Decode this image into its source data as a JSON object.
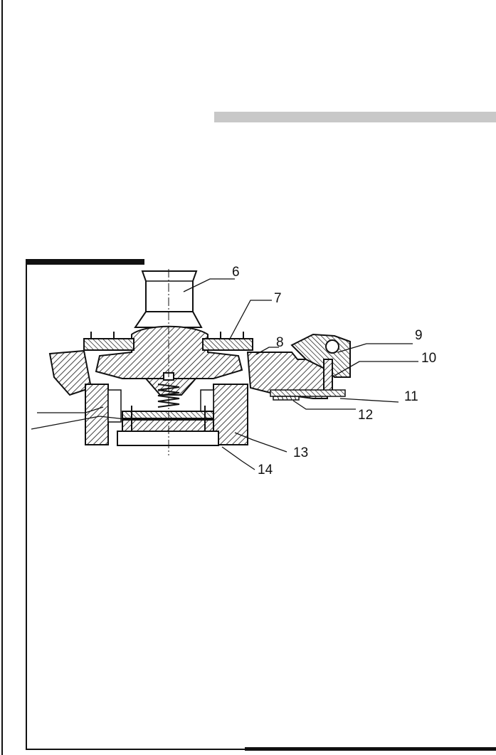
{
  "diagram": {
    "callouts": [
      "6",
      "7",
      "8",
      "9",
      "10",
      "11",
      "12",
      "13",
      "14"
    ]
  },
  "colors": {
    "ink": "#111111",
    "band": "#c8c8c8",
    "paper": "#ffffff"
  }
}
